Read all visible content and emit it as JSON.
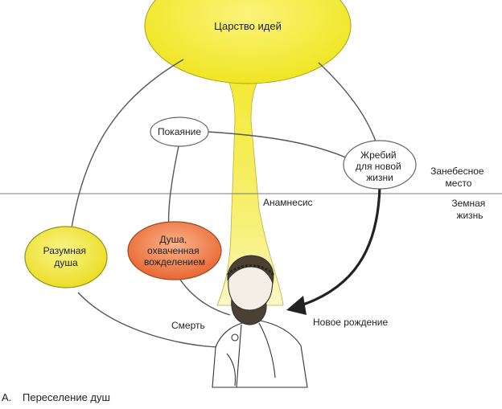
{
  "diagram": {
    "nodes": {
      "realm_of_ideas": "Царство идей",
      "repentance": "Покаяние",
      "lot": [
        "Жребий",
        "для новой",
        "жизни"
      ],
      "rational_soul": [
        "Разумная",
        "душа"
      ],
      "desire_soul": [
        "Душа,",
        "охваченная",
        "вожделением"
      ]
    },
    "labels": {
      "anamnesis": "Анамнесис",
      "supercelestial": [
        "Занебесное",
        "место"
      ],
      "earthly": [
        "Земная",
        "жизнь"
      ],
      "death": "Смерть",
      "new_birth": "Новое рождение"
    }
  },
  "caption": {
    "letter": "А.",
    "text": "Переселение душ"
  },
  "colors": {
    "realm_fill": "#f4ec2a",
    "rational_fill": "#f2ea3c",
    "desire_fill": "#ef7a45",
    "line": "#555555"
  }
}
